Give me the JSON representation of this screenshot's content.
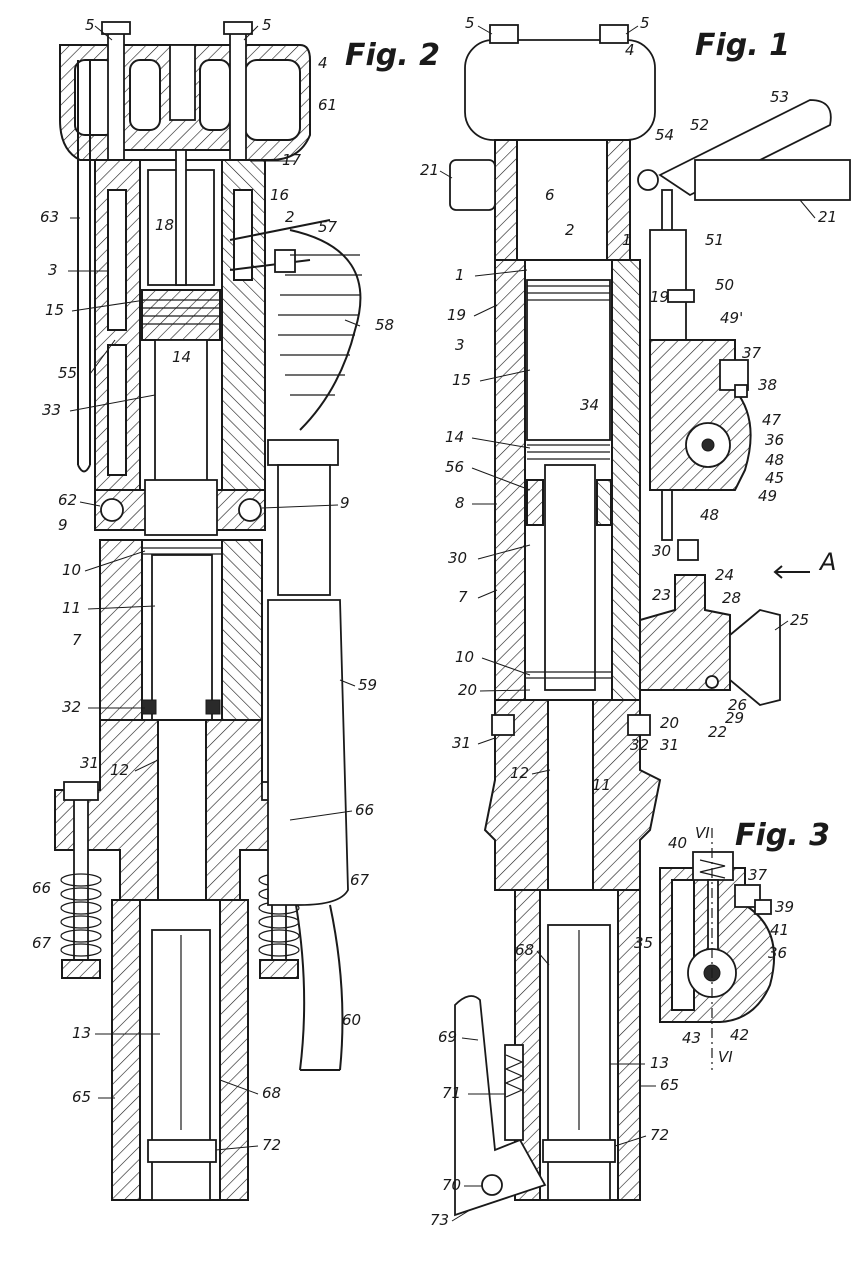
{
  "figures": {
    "fig2": {
      "title": "Fig. 2"
    },
    "fig1": {
      "title": "Fig. 1"
    },
    "fig3": {
      "title": "Fig. 3"
    }
  },
  "labels": {
    "fig2": [
      "5",
      "5",
      "4",
      "61",
      "17",
      "16",
      "18",
      "2",
      "57",
      "63",
      "3",
      "58",
      "15",
      "14",
      "55",
      "33",
      "62",
      "9",
      "9",
      "10",
      "11",
      "7",
      "59",
      "32",
      "31",
      "12",
      "66",
      "66",
      "67",
      "67",
      "60",
      "13",
      "65",
      "68",
      "72"
    ],
    "fig1": [
      "5",
      "5",
      "4",
      "53",
      "54",
      "52",
      "21",
      "21",
      "6",
      "51",
      "2",
      "1",
      "1",
      "50",
      "19",
      "19",
      "49'",
      "3",
      "37",
      "15",
      "38",
      "34",
      "47",
      "14",
      "36",
      "48",
      "56",
      "45",
      "49",
      "8",
      "48",
      "30",
      "30",
      "A",
      "24",
      "7",
      "23",
      "28",
      "25",
      "10",
      "20",
      "26",
      "20",
      "29",
      "22",
      "31",
      "32",
      "31",
      "12",
      "11",
      "68",
      "69",
      "13",
      "71",
      "65",
      "72",
      "70",
      "73"
    ],
    "fig3": [
      "VI",
      "40",
      "37",
      "39",
      "41",
      "35",
      "36",
      "43",
      "42",
      "VI"
    ]
  }
}
